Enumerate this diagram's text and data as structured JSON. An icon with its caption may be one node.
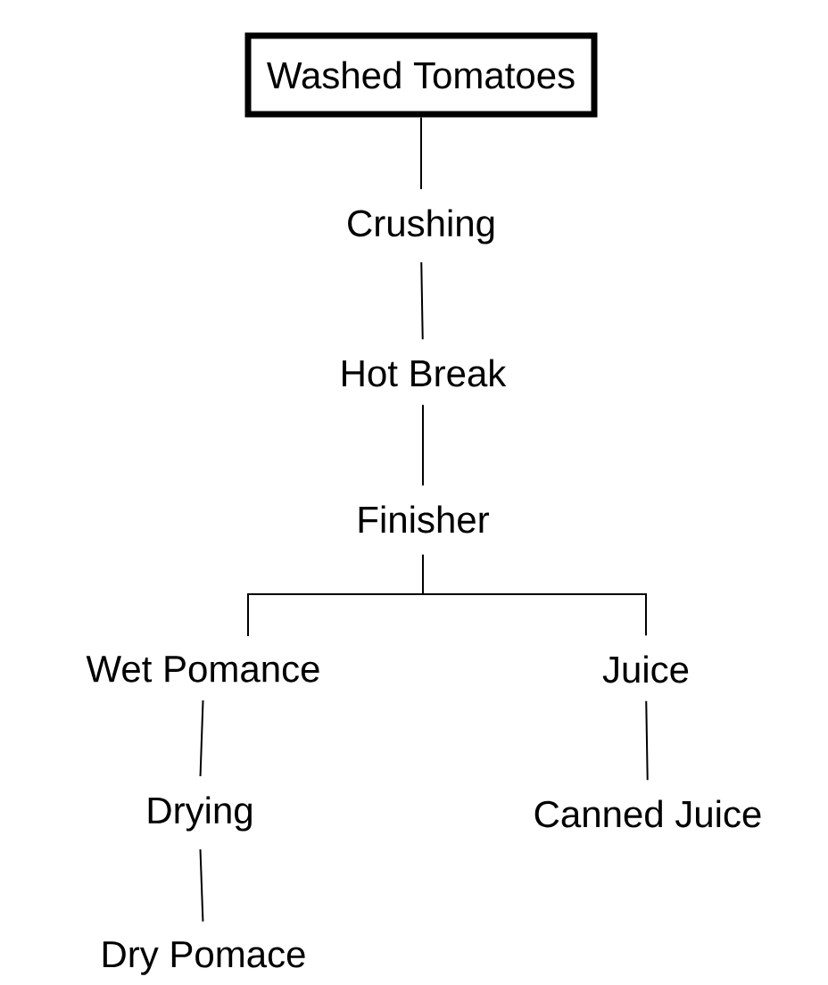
{
  "diagram": {
    "nodes": [
      {
        "text": [
          "Washed Tomatoes"
        ]
      },
      {
        "text": [
          "Crushing"
        ]
      },
      {
        "text": [
          "Hot Break"
        ]
      },
      {
        "text": [
          "Finisher"
        ]
      },
      {
        "text": [
          "Wet Pomance"
        ]
      },
      {
        "text": [
          "Juice"
        ]
      },
      {
        "text": [
          "Drying"
        ]
      },
      {
        "text": [
          "Canned Juice"
        ]
      },
      {
        "text": [
          "Dry Pomace"
        ]
      }
    ],
    "edges": [
      {
        "from": 0,
        "to": 1,
        "arrow": "none"
      },
      {
        "from": 1,
        "to": 2,
        "arrow": "none"
      },
      {
        "from": 2,
        "to": 3,
        "arrow": "none"
      },
      {
        "from": 3,
        "to": 4,
        "arrow": "none"
      },
      {
        "from": 3,
        "to": 5,
        "arrow": "none"
      },
      {
        "from": 4,
        "to": 6,
        "arrow": "none"
      },
      {
        "from": 6,
        "to": 8,
        "arrow": "none"
      },
      {
        "from": 5,
        "to": 7,
        "arrow": "none"
      }
    ]
  }
}
